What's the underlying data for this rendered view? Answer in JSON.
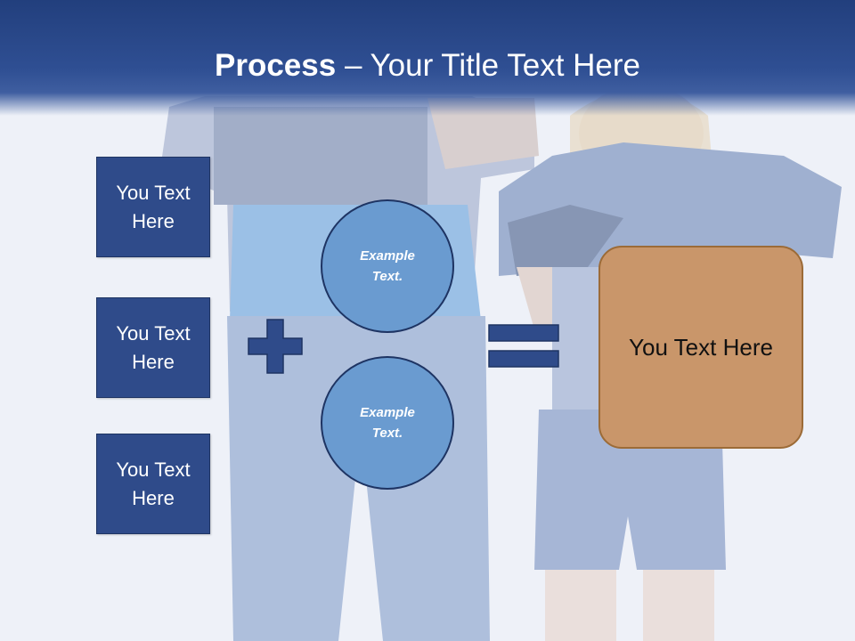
{
  "slide": {
    "title_bold": "Process",
    "title_rest": " – Your Title Text Here"
  },
  "left_boxes": [
    {
      "line1": "You Text",
      "line2": "Here"
    },
    {
      "line1": "You Text",
      "line2": "Here"
    },
    {
      "line1": "You Text",
      "line2": "Here"
    }
  ],
  "circles": [
    {
      "line1": "Example",
      "line2": "Text."
    },
    {
      "line1": "Example",
      "line2": "Text."
    }
  ],
  "result": {
    "text": "You Text Here"
  },
  "colors": {
    "title_bar": "#2f4f93",
    "box_fill": "#2f4b8a",
    "circle_fill": "#6a9bd0",
    "result_fill": "#c9966a",
    "operator": "#2f4b8a"
  }
}
